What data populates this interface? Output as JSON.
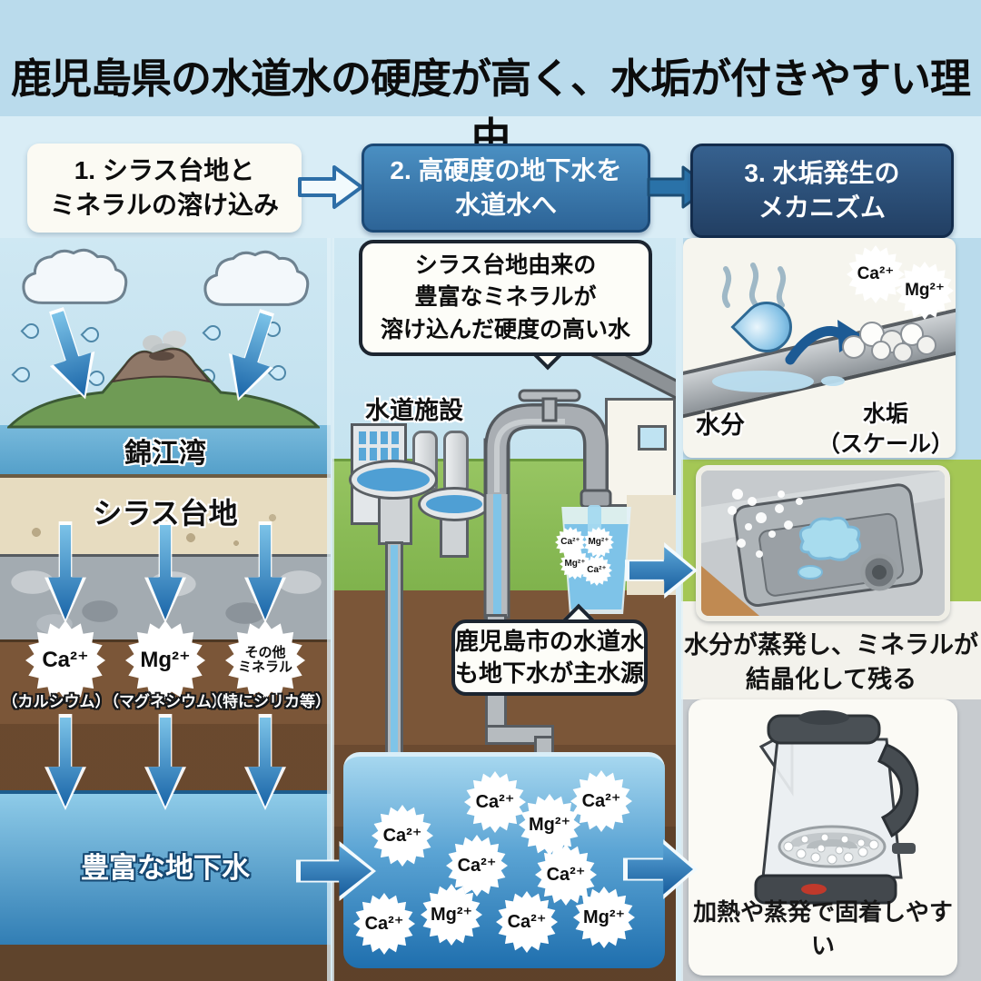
{
  "title": "鹿児島県の水道水の硬度が高く、水垢が付きやすい理由",
  "steps": {
    "step1": "1. シラス台地と\nミネラルの溶け込み",
    "step2": "2. 高硬度の地下水を\n水道水へ",
    "step3": "3. 水垢発生の\nメカニズム"
  },
  "panel1": {
    "bay_label": "錦江湾",
    "plateau_label": "シラス台地",
    "minerals": [
      {
        "ion": "Ca²⁺",
        "caption": "（カルシウム）"
      },
      {
        "ion": "Mg²⁺",
        "caption": "（マグネシウム）"
      },
      {
        "ion": "その他\nミネラル",
        "caption": "（特にシリカ等）"
      }
    ],
    "groundwater_label": "豊富な地下水"
  },
  "panel2": {
    "bubble_top": "シラス台地由来の\n豊富なミネラルが\n溶け込んだ硬度の高い水",
    "facility_label": "水道施設",
    "glass_ions": [
      "Ca²⁺",
      "Mg²⁺",
      "Mg²⁺",
      "Ca²⁺"
    ],
    "bubble_bottom": "鹿児島市の水道水\nも地下水が主水源",
    "tank_ions": [
      "Ca²⁺",
      "Ca²⁺",
      "Mg²⁺",
      "Ca²⁺",
      "Ca²⁺",
      "Ca²⁺",
      "Ca²⁺",
      "Mg²⁺",
      "Ca²⁺",
      "Mg²⁺"
    ]
  },
  "panel3": {
    "ion_ca": "Ca²⁺",
    "ion_mg": "Mg²⁺",
    "moisture_label": "水分",
    "scale_label": "水垢\n（スケール）",
    "evaporation_caption": "水分が蒸発し、ミネラルが\n結晶化して残る",
    "kettle_caption": "加熱や蒸発で固着しやすい"
  },
  "colors": {
    "sky_blue": "#badbec",
    "step2_bg": "#3a7cb0",
    "step3_bg": "#2b5280",
    "arrow_blue": "#2a72a8",
    "groundwater_blue": "#2f7cb3",
    "grass_green": "#8ebf57",
    "soil_brown": "#7b5638",
    "scale_band_green": "#a4c755"
  }
}
